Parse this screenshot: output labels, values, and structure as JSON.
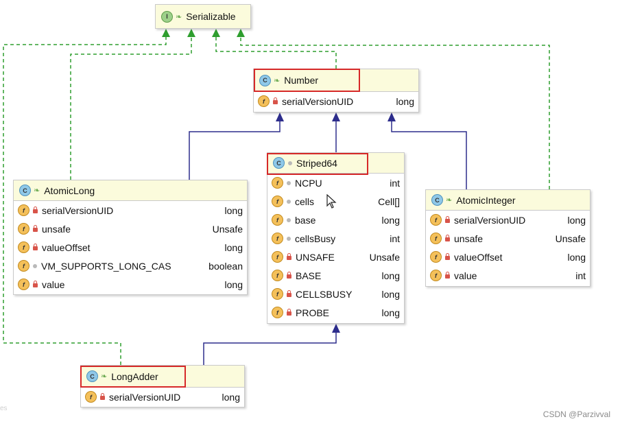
{
  "diagram": {
    "serializable": {
      "name": "Serializable",
      "kind_icon": "interface-icon"
    },
    "number": {
      "name": "Number",
      "fields": [
        {
          "name": "serialVersionUID",
          "type": "long"
        }
      ]
    },
    "striped64": {
      "name": "Striped64",
      "fields": [
        {
          "name": "NCPU",
          "type": "int"
        },
        {
          "name": "cells",
          "type": "Cell[]"
        },
        {
          "name": "base",
          "type": "long"
        },
        {
          "name": "cellsBusy",
          "type": "int"
        },
        {
          "name": "UNSAFE",
          "type": "Unsafe"
        },
        {
          "name": "BASE",
          "type": "long"
        },
        {
          "name": "CELLSBUSY",
          "type": "long"
        },
        {
          "name": "PROBE",
          "type": "long"
        }
      ]
    },
    "atomic_long": {
      "name": "AtomicLong",
      "fields": [
        {
          "name": "serialVersionUID",
          "type": "long"
        },
        {
          "name": "unsafe",
          "type": "Unsafe"
        },
        {
          "name": "valueOffset",
          "type": "long"
        },
        {
          "name": "VM_SUPPORTS_LONG_CAS",
          "type": "boolean"
        },
        {
          "name": "value",
          "type": "long"
        }
      ]
    },
    "atomic_integer": {
      "name": "AtomicInteger",
      "fields": [
        {
          "name": "serialVersionUID",
          "type": "long"
        },
        {
          "name": "unsafe",
          "type": "Unsafe"
        },
        {
          "name": "valueOffset",
          "type": "long"
        },
        {
          "name": "value",
          "type": "int"
        }
      ]
    },
    "long_adder": {
      "name": "LongAdder",
      "fields": [
        {
          "name": "serialVersionUID",
          "type": "long"
        }
      ]
    },
    "colors": {
      "implements_edge": "#2e9e2e",
      "extends_edge": "#2d2d8c",
      "highlight": "#d62828",
      "header_bg": "#fbfbdc"
    }
  },
  "watermark": "CSDN @Parzivval",
  "corner_fragment": "es"
}
